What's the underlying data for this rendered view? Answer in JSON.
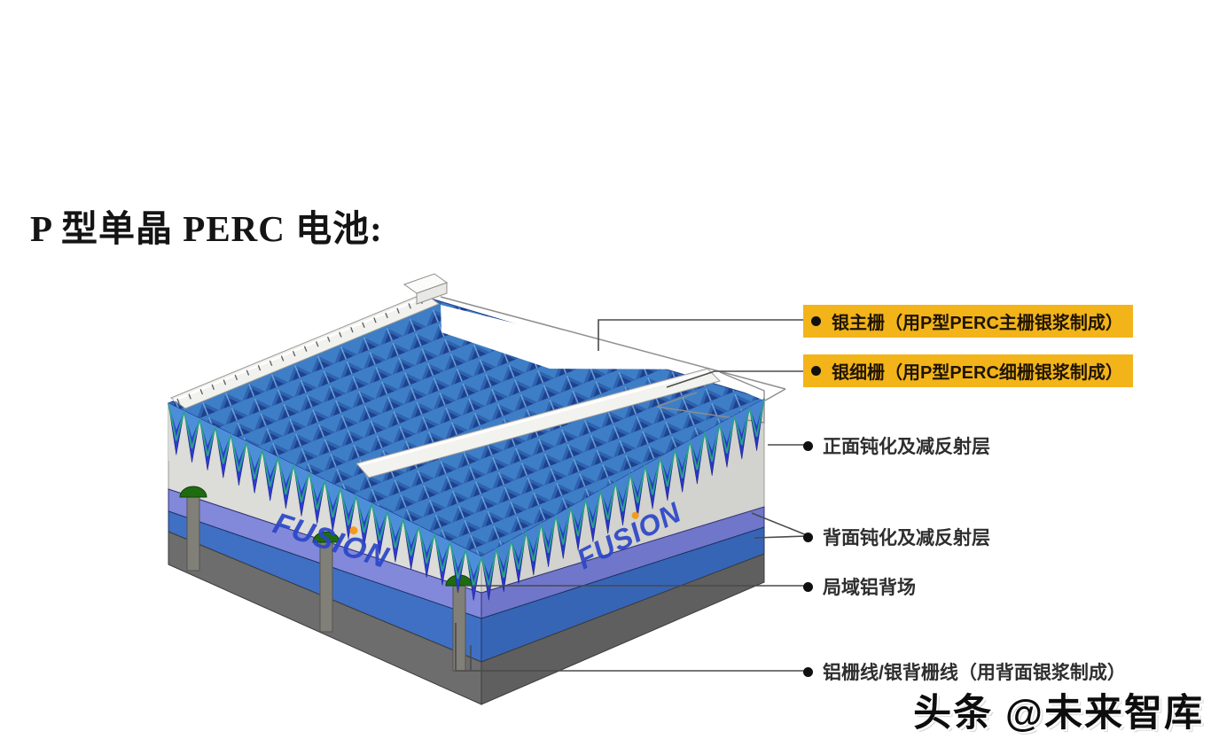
{
  "title": "P 型单晶 PERC 电池:",
  "labels": [
    {
      "text": "银主栅（用P型PERC主栅银浆制成）",
      "highlighted": true
    },
    {
      "text": "银细栅（用P型PERC细栅银浆制成）",
      "highlighted": true
    },
    {
      "text": "正面钝化及减反射层",
      "highlighted": false
    },
    {
      "text": "背面钝化及减反射层",
      "highlighted": false
    },
    {
      "text": "局域铝背场",
      "highlighted": false
    },
    {
      "text": "铝栅线/银背栅线（用背面银浆制成）",
      "highlighted": false
    }
  ],
  "watermark": "头条 @未来智库",
  "diagram": {
    "brand": "FUSION",
    "colors": {
      "highlight_bg": "#F3B41A",
      "texture_blue": "#3E7EC6",
      "zigzag_royal_blue": "#2E3BD0",
      "zigzag_light_blue": "#4C8FD8",
      "teal_accent": "#2AA089",
      "silicon_gray": "#DCDCD8",
      "back_passivation_purple": "#8288DA",
      "back_layer_blue": "#3F70C4",
      "bottom_dark_gray": "#6D6D6D",
      "al_bsf_green": "#1E6B10",
      "busbar_white": "#F2F2EE",
      "logo_blue": "#2B46C8"
    }
  }
}
